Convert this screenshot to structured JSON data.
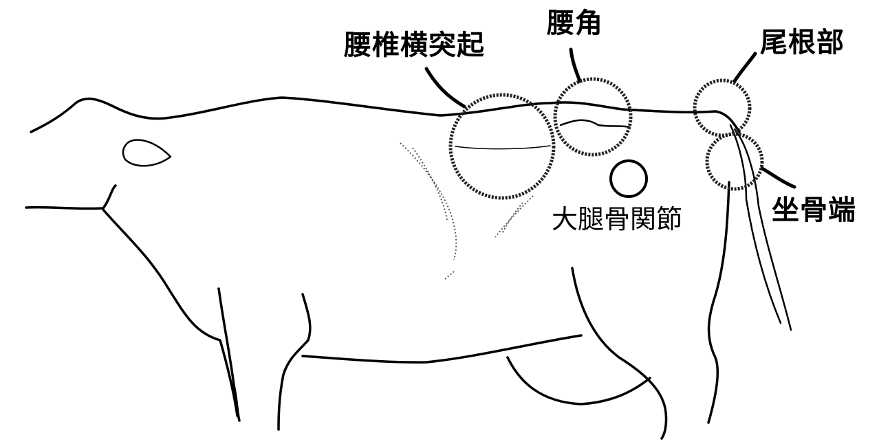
{
  "labels": {
    "lumbar_transverse_process": "腰椎横突起",
    "hip_point": "腰角",
    "tail_head": "尾根部",
    "pin_bone": "坐骨端",
    "hip_joint": "大腿骨関節"
  }
}
